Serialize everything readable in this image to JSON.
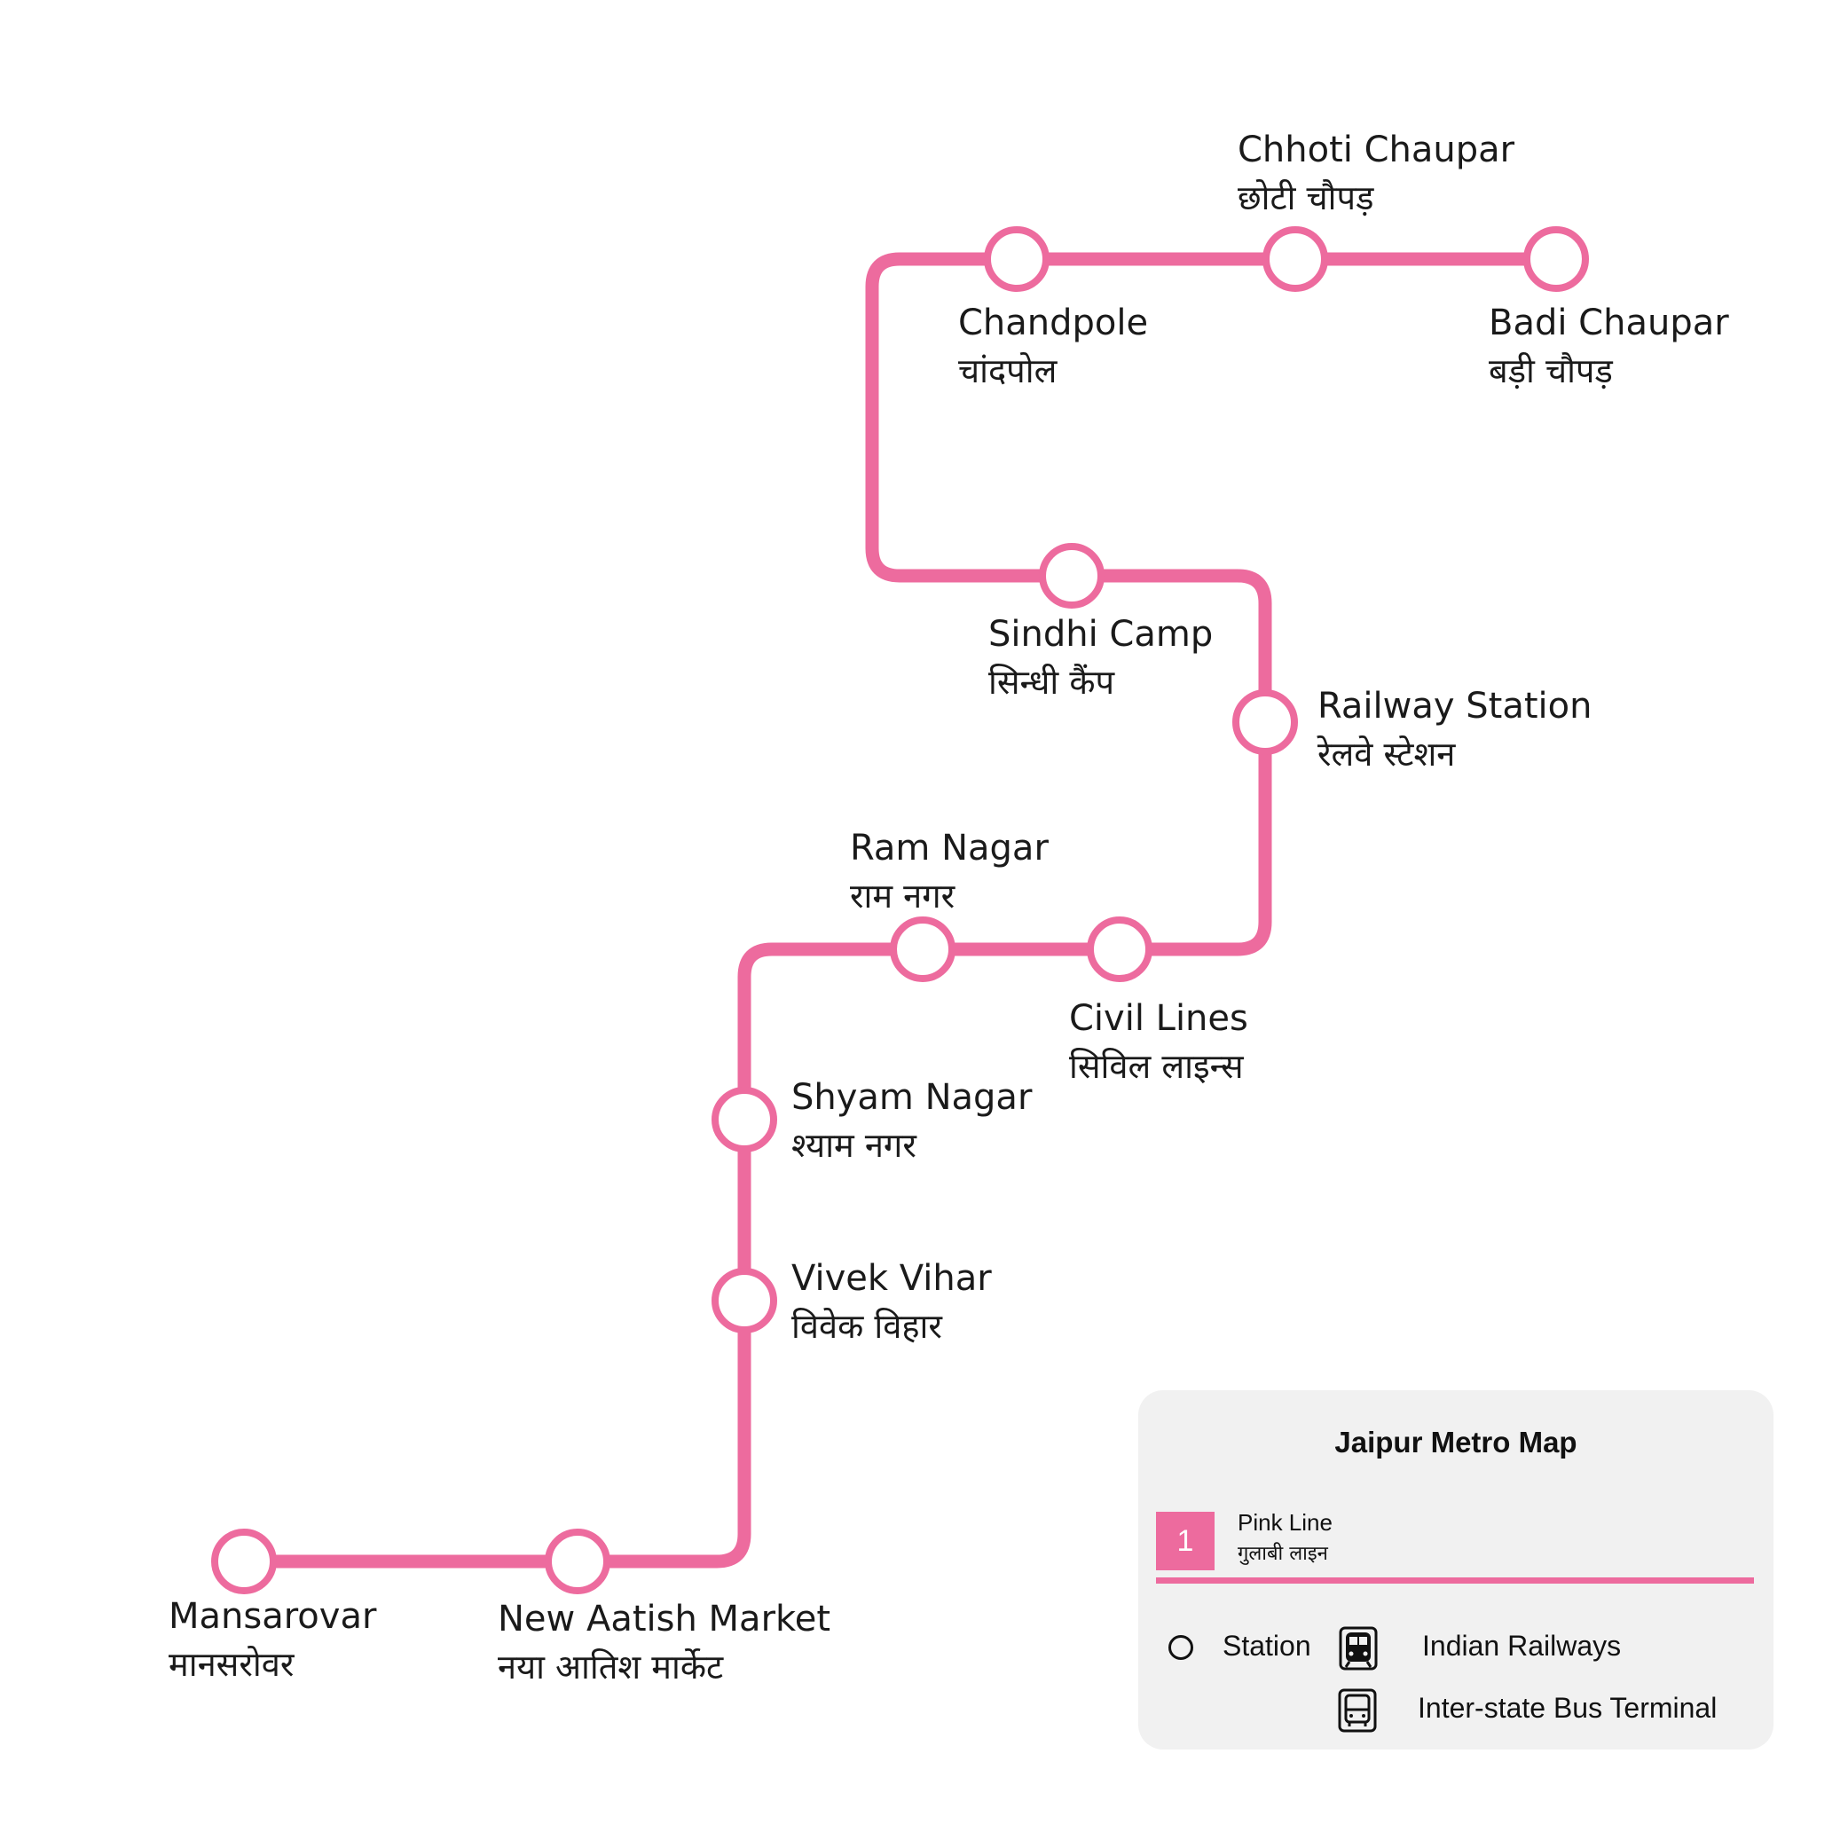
{
  "map": {
    "line_color": "#ed6b9e",
    "station_fill": "#ffffff",
    "stations": [
      {
        "id": "mansarovar",
        "name_en": "Mansarovar",
        "name_hi": "मानसरोवर"
      },
      {
        "id": "new-aatish-market",
        "name_en": "New Aatish Market",
        "name_hi": "नया आतिश मार्केट"
      },
      {
        "id": "vivek-vihar",
        "name_en": "Vivek Vihar",
        "name_hi": "विवेक विहार"
      },
      {
        "id": "shyam-nagar",
        "name_en": "Shyam Nagar",
        "name_hi": "श्याम नगर"
      },
      {
        "id": "ram-nagar",
        "name_en": "Ram Nagar",
        "name_hi": "राम नगर"
      },
      {
        "id": "civil-lines",
        "name_en": "Civil Lines",
        "name_hi": "सिविल लाइन्स"
      },
      {
        "id": "railway-station",
        "name_en": "Railway Station",
        "name_hi": "रेलवे स्टेशन"
      },
      {
        "id": "sindhi-camp",
        "name_en": "Sindhi Camp",
        "name_hi": "सिन्धी कैंप"
      },
      {
        "id": "chandpole",
        "name_en": "Chandpole",
        "name_hi": "चांदपोल"
      },
      {
        "id": "chhoti-chaupar",
        "name_en": "Chhoti Chaupar",
        "name_hi": "छोटी चौपड़"
      },
      {
        "id": "badi-chaupar",
        "name_en": "Badi Chaupar",
        "name_hi": "बड़ी चौपड़"
      }
    ]
  },
  "legend": {
    "title": "Jaipur Metro Map",
    "line": {
      "number": "1",
      "name_en": "Pink Line",
      "name_hi": "गुलाबी लाइन",
      "color": "#ed6b9e"
    },
    "items": {
      "station": "Station",
      "indian_railways": "Indian Railways",
      "bus_terminal": "Inter-state Bus Terminal"
    }
  }
}
